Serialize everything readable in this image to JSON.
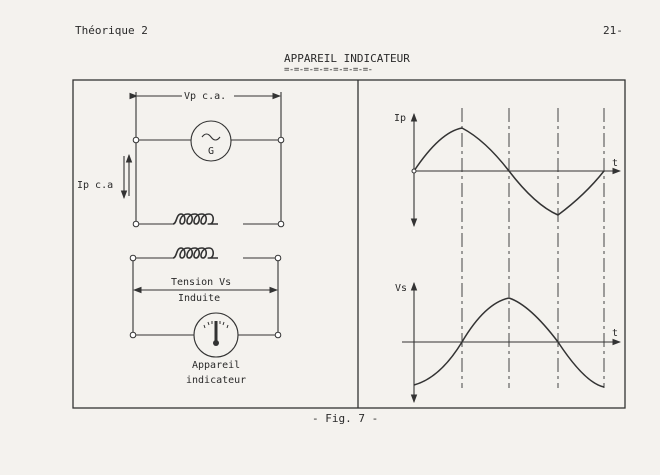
{
  "header": {
    "left": "Théorique 2",
    "right": "21-"
  },
  "title": "APPAREIL INDICATEUR",
  "title_underline": "=-=-=-=-=-=-=-=-=-",
  "circuit": {
    "vp_label": "Vp c.a.",
    "ip_label": "Ip c.a",
    "generator_label": "G",
    "tension_label": "Tension Vs",
    "induite_label": "Induite",
    "meter_label_1": "Appareil",
    "meter_label_2": "indicateur"
  },
  "graphs": {
    "ip_axis": "Ip",
    "vs_axis": "Vs",
    "t_label_top": "t",
    "t_label_bottom": "t"
  },
  "caption": "- Fig. 7 -"
}
